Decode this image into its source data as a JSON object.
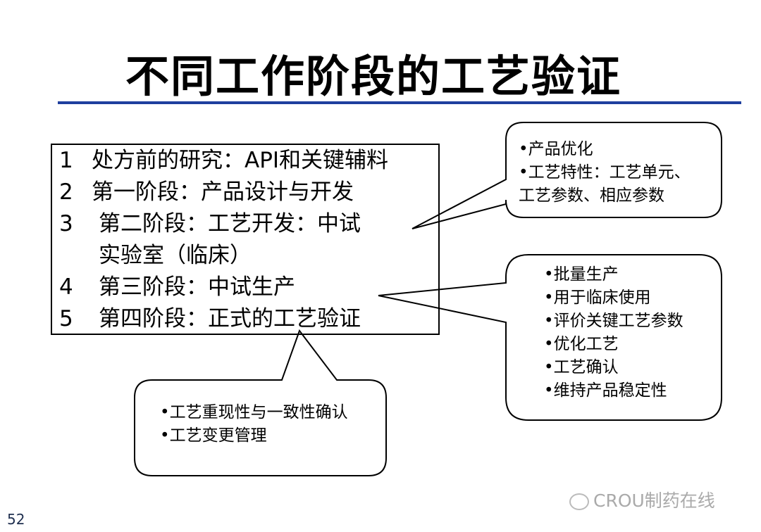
{
  "title": "不同工作阶段的工艺验证",
  "stages": [
    {
      "num": "1",
      "text": "处方前的研究：API和关键辅料"
    },
    {
      "num": "2",
      "text": "第一阶段：产品设计与开发"
    },
    {
      "num": "3",
      "text": "第二阶段：工艺开发：中试"
    },
    {
      "num": "",
      "text": "实验室（临床）"
    },
    {
      "num": "4",
      "text": "第三阶段：中试生产"
    },
    {
      "num": "5",
      "text": "第四阶段：正式的工艺验证"
    }
  ],
  "callout_stage2": [
    "•产品优化",
    "•工艺特性：工艺单元、",
    "工艺参数、相应参数"
  ],
  "callout_stage3_4": [
    "•批量生产",
    "•用于临床使用",
    "•评价关键工艺参数",
    "•优化工艺",
    "•工艺确认",
    "•维持产品稳定性"
  ],
  "callout_stage5": [
    "•工艺重现性与一致性确认",
    "•工艺变更管理"
  ],
  "page_number": "52",
  "watermark": "CROU制药在线",
  "colors": {
    "rule": "#1f3f9e"
  }
}
